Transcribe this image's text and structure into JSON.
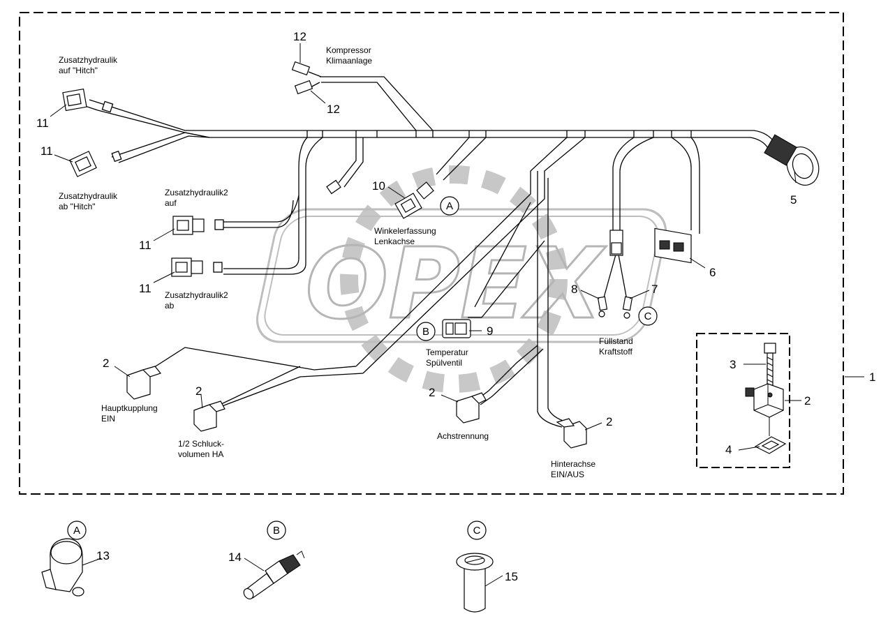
{
  "labels": {
    "zusatz_hitch_auf": [
      "Zusatzhydraulik",
      "auf \"Hitch\""
    ],
    "zusatz_hitch_ab": [
      "Zusatzhydraulik",
      "ab \"Hitch\""
    ],
    "kompressor": [
      "Kompressor",
      "Klimaanlage"
    ],
    "zusatz2_auf": [
      "Zusatzhydraulik2",
      "auf"
    ],
    "zusatz2_ab": [
      "Zusatzhydraulik2",
      "ab"
    ],
    "winkel": [
      "Winkelerfassung",
      "Lenkachse"
    ],
    "temperatur": [
      "Temperatur",
      "Spülventil"
    ],
    "fuellstand": [
      "Füllstand",
      "Kraftstoff"
    ],
    "hauptkupplung": [
      "Hauptkupplung",
      "EIN"
    ],
    "schluck": [
      "1/2 Schluck-",
      "volumen HA"
    ],
    "achstrennung": [
      "Achstrennung"
    ],
    "hinterachse": [
      "Hinterachse",
      "EIN/AUS"
    ]
  },
  "callouts": {
    "n1": "1",
    "n2": "2",
    "n3": "3",
    "n4": "4",
    "n5": "5",
    "n6": "6",
    "n7": "7",
    "n8": "8",
    "n9": "9",
    "n10": "10",
    "n11": "11",
    "n12": "12",
    "n13": "13",
    "n14": "14",
    "n15": "15"
  },
  "detail_refs": {
    "a": "A",
    "b": "B",
    "c": "C"
  },
  "watermark": "OPEX"
}
